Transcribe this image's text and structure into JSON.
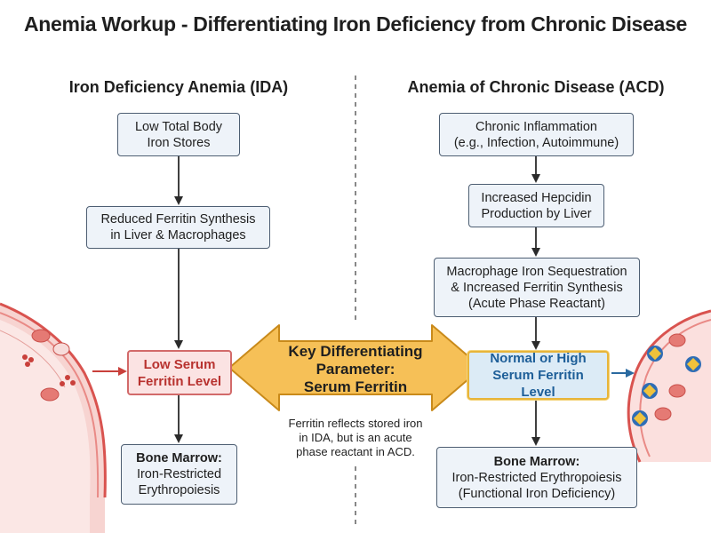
{
  "title": "Anemia Workup - Differentiating Iron Deficiency from Chronic Disease",
  "left": {
    "heading": "Iron Deficiency Anemia (IDA)",
    "box1": [
      "Low Total Body",
      "Iron Stores"
    ],
    "box2": [
      "Reduced Ferritin Synthesis",
      "in Liver & Macrophages"
    ],
    "box3": [
      "Low Serum",
      "Ferritin Level"
    ],
    "box4_title": "Bone Marrow:",
    "box4": [
      "Iron-Restricted",
      "Erythropoiesis"
    ]
  },
  "right": {
    "heading": "Anemia of Chronic Disease (ACD)",
    "box1": [
      "Chronic Inflammation",
      "(e.g., Infection, Autoimmune)"
    ],
    "box2": [
      "Increased Hepcidin",
      "Production by Liver"
    ],
    "box3": [
      "Macrophage Iron Sequestration",
      "& Increased Ferritin Synthesis",
      "(Acute Phase Reactant)"
    ],
    "box4": [
      "Normal or High",
      "Serum Ferritin Level"
    ],
    "box5_title": "Bone Marrow:",
    "box5": [
      "Iron-Restricted Erythropoiesis",
      "(Functional Iron Deficiency)"
    ]
  },
  "center": {
    "key": [
      "Key Differentiating",
      "Parameter:",
      "Serum Ferritin"
    ],
    "note": [
      "Ferritin reflects stored iron",
      "in IDA, but is an acute",
      "phase reactant in ACD."
    ]
  },
  "colors": {
    "vessel_wall": "#d9534f",
    "vessel_fill": "#fbe0de",
    "red_cell": "#e57a74",
    "ferritin_blue": "#2f6db5",
    "ferritin_gold": "#f0c23b",
    "key_arrow": "#f6c057",
    "key_arrow_border": "#c98a1a"
  }
}
